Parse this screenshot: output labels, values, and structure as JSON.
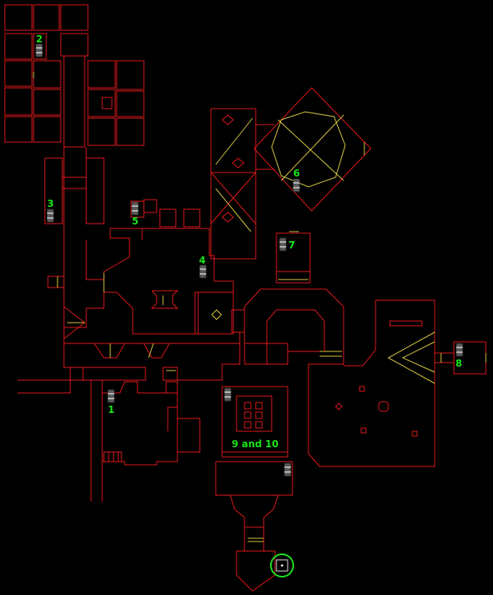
{
  "map": {
    "background": "#000000",
    "wall_color": "#e0181c",
    "door_color": "#d8c840",
    "label_color": "#19e619",
    "marker_icon": "barrel-icon",
    "start_icon": "player-start-icon"
  },
  "labels": [
    "2",
    "3",
    "5",
    "4",
    "6",
    "7",
    "1",
    "9 and 10",
    "8"
  ]
}
